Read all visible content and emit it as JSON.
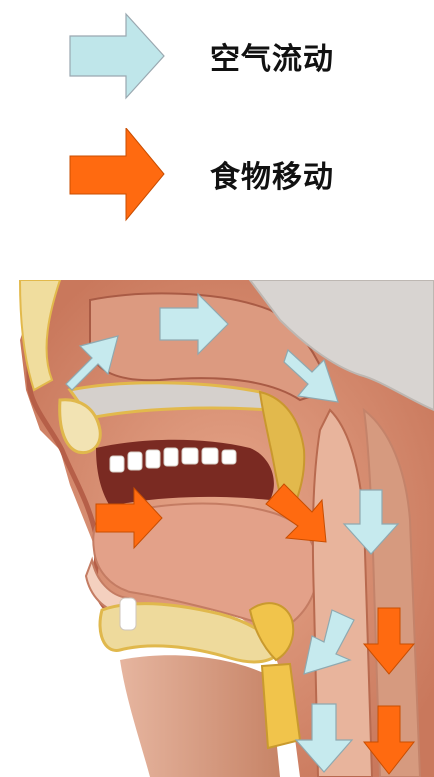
{
  "legend": {
    "items": [
      {
        "label": "空气流动",
        "color": "#bfe6ea",
        "icon": "light-blue-arrow"
      },
      {
        "label": "食物移动",
        "color": "#ff6a10",
        "icon": "orange-arrow"
      }
    ]
  },
  "colors": {
    "air_arrow": "#c6eaee",
    "food_arrow": "#ff6a10",
    "tissue": "#d98f73",
    "tissue_dark": "#b0624a",
    "bone": "#f2e3b3",
    "bone_outline": "#e6c25a",
    "cavity": "#e8b9a3",
    "gray_bone": "#d9d5d2"
  }
}
